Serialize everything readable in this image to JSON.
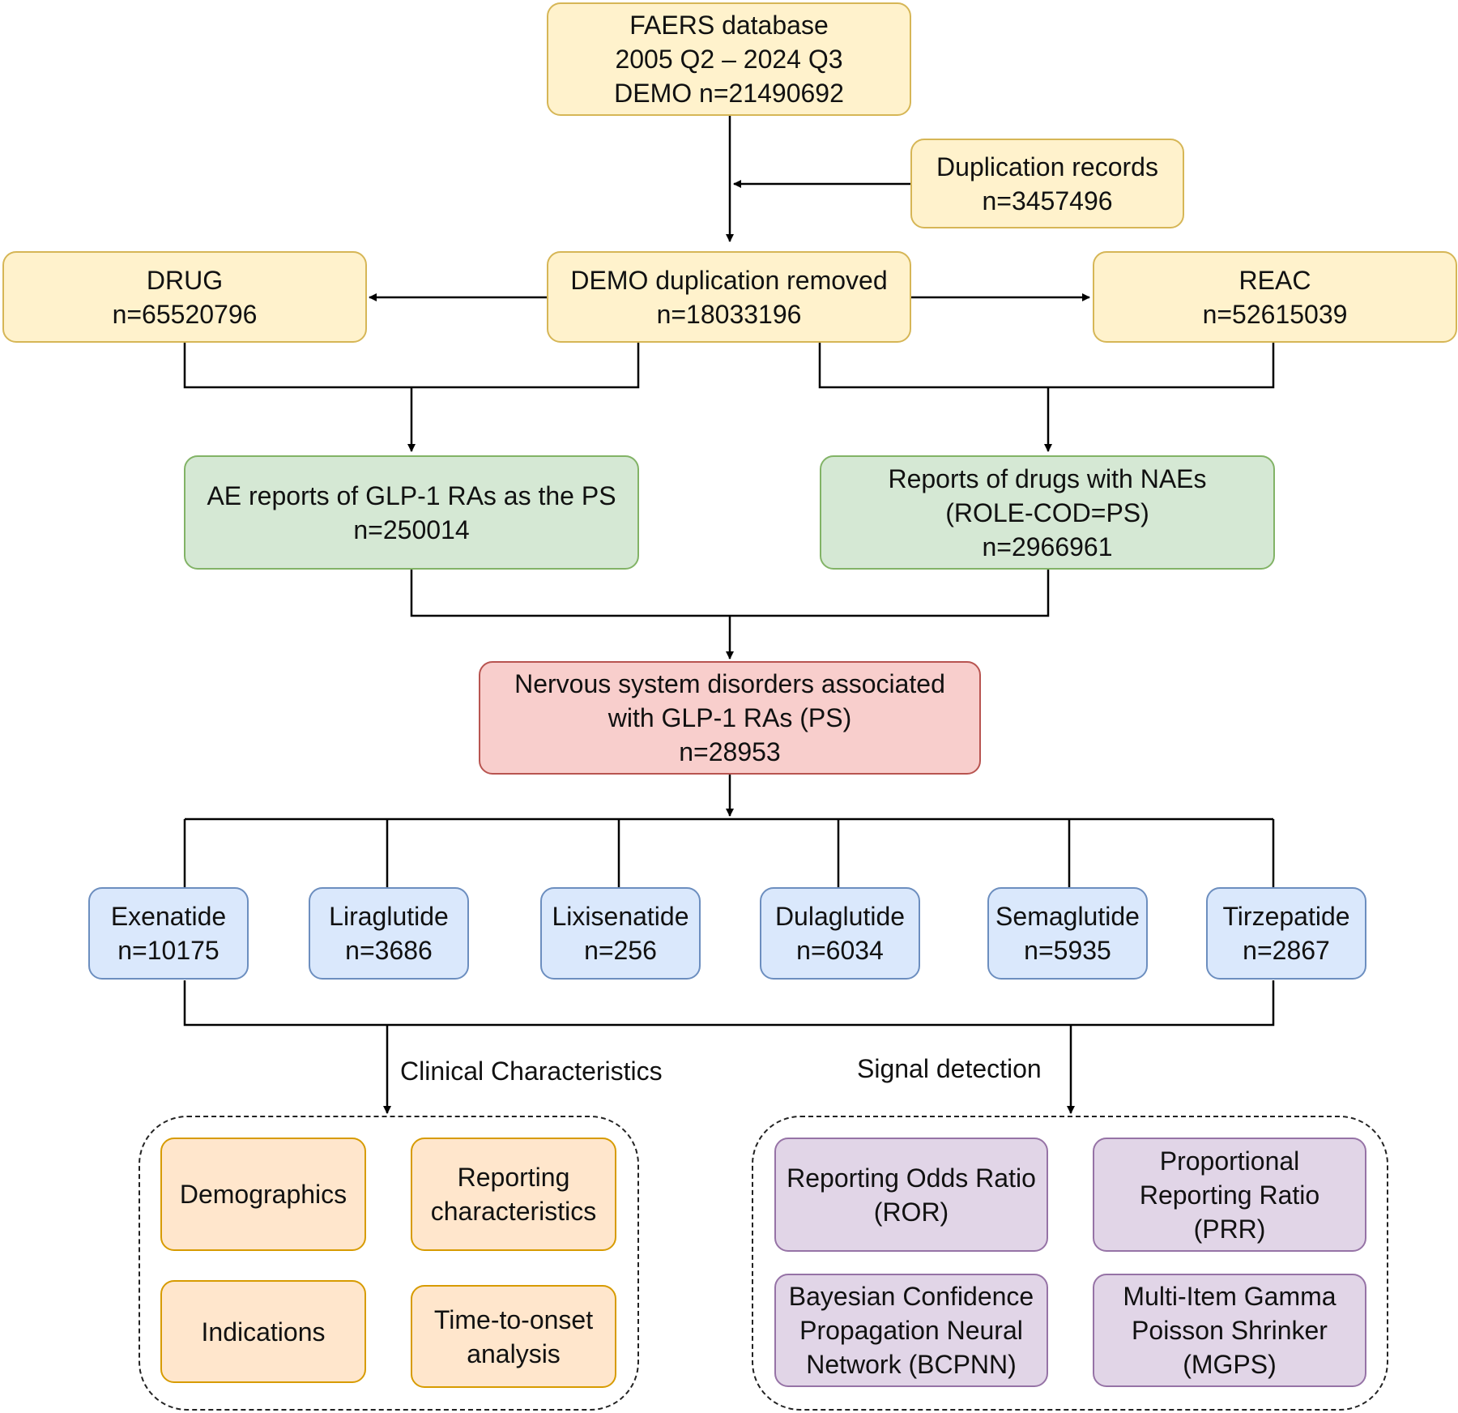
{
  "colors": {
    "source": "#fff2cc",
    "source_border": "#d6b656",
    "filtered": "#d5e8d4",
    "filtered_border": "#82b366",
    "target": "#f8cecc",
    "target_border": "#b85450",
    "drug": "#dae8fc",
    "drug_border": "#6c8ebf",
    "analysis": "#ffe6cc",
    "analysis_border": "#d79b00",
    "method": "#e1d5e7",
    "method_border": "#9673a6"
  },
  "nodes": {
    "faers": {
      "lines": [
        "FAERS database",
        "2005 Q2 – 2024 Q3",
        "DEMO n=21490692"
      ]
    },
    "duplication": {
      "lines": [
        "Duplication records",
        "n=3457496"
      ]
    },
    "drug": {
      "lines": [
        "DRUG",
        "n=65520796"
      ]
    },
    "demo_removed": {
      "lines": [
        "DEMO duplication removed",
        "n=18033196"
      ]
    },
    "reac": {
      "lines": [
        "REAC",
        "n=52615039"
      ]
    },
    "ae_reports": {
      "lines": [
        "AE reports of GLP-1 RAs as the PS",
        "n=250014"
      ]
    },
    "nae_reports": {
      "lines": [
        "Reports of drugs with NAEs",
        "(ROLE-COD=PS)",
        "n=2966961"
      ]
    },
    "nervous": {
      "lines": [
        "Nervous system disorders associated",
        "with GLP-1 RAs (PS)",
        "n=28953"
      ]
    },
    "exenatide": {
      "lines": [
        "Exenatide",
        "n=10175"
      ]
    },
    "liraglutide": {
      "lines": [
        "Liraglutide",
        "n=3686"
      ]
    },
    "lixisenatide": {
      "lines": [
        "Lixisenatide",
        "n=256"
      ]
    },
    "dulaglutide": {
      "lines": [
        "Dulaglutide",
        "n=6034"
      ]
    },
    "semaglutide": {
      "lines": [
        "Semaglutide",
        "n=5935"
      ]
    },
    "tirzepatide": {
      "lines": [
        "Tirzepatide",
        "n=2867"
      ]
    },
    "demographics": {
      "lines": [
        "Demographics"
      ]
    },
    "reporting_char": {
      "lines": [
        "Reporting",
        "characteristics"
      ]
    },
    "indications": {
      "lines": [
        "Indications"
      ]
    },
    "time_to_onset": {
      "lines": [
        "Time-to-onset",
        "analysis"
      ]
    },
    "ror": {
      "lines": [
        "Reporting Odds Ratio",
        "(ROR)"
      ]
    },
    "prr": {
      "lines": [
        "Proportional",
        "Reporting Ratio",
        "(PRR)"
      ]
    },
    "bcpnn": {
      "lines": [
        "Bayesian Confidence",
        "Propagation Neural",
        "Network (BCPNN)"
      ]
    },
    "mgps": {
      "lines": [
        "Multi-Item Gamma",
        "Poisson Shrinker",
        "(MGPS)"
      ]
    }
  },
  "branch_labels": {
    "clinical": "Clinical Characteristics",
    "signal": "Signal detection"
  }
}
